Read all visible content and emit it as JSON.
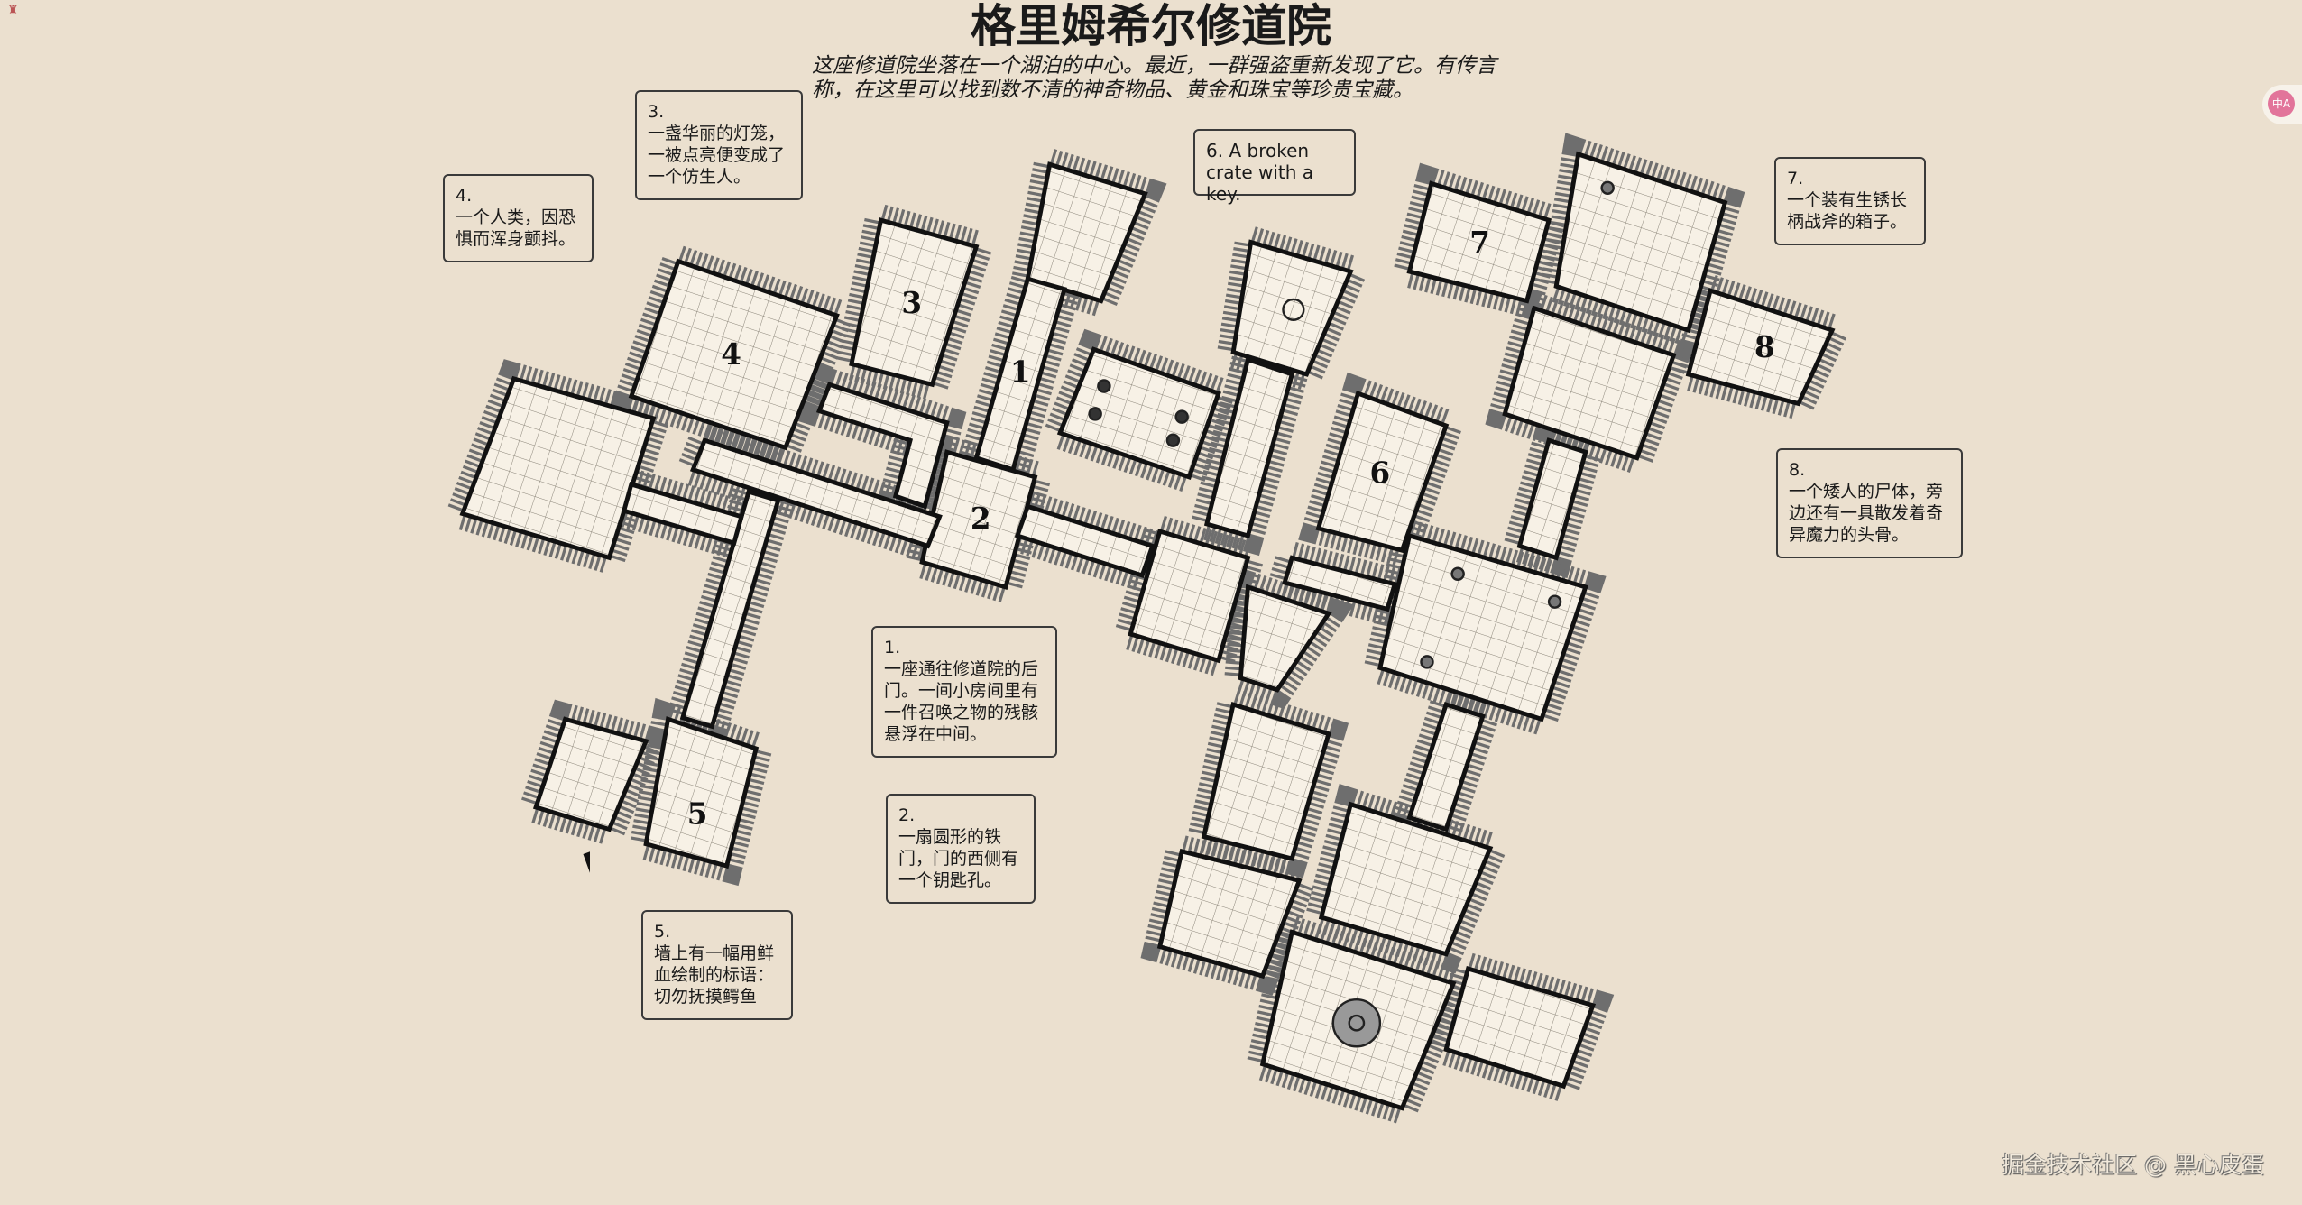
{
  "header": {
    "title": "格里姆希尔修道院",
    "subtitle": "这座修道院坐落在一个湖泊的中心。最近，一群强盗重新发现了它。有传言称，在这里可以找到数不清的神奇物品、黄金和珠宝等珍贵宝藏。"
  },
  "notes": [
    {
      "num": "1.",
      "text": "一座通往修道院的后门。一间小房间里有一件召唤之物的残骸悬浮在中间。"
    },
    {
      "num": "2.",
      "text": "一扇圆形的铁门，门的西侧有一个钥匙孔。"
    },
    {
      "num": "3.",
      "text": "一盏华丽的灯笼，一被点亮便变成了一个仿生人。"
    },
    {
      "num": "4.",
      "text": "一个人类，因恐惧而浑身颤抖。"
    },
    {
      "num": "5.",
      "text": "墙上有一幅用鲜血绘制的标语：切勿抚摸鳄鱼"
    },
    {
      "num": "6.",
      "text": "A broken crate with a key."
    },
    {
      "num": "7.",
      "text": "一个装有生锈长柄战斧的箱子。"
    },
    {
      "num": "8.",
      "text": "一个矮人的尸体，旁边还有一具散发着奇异魔力的头骨。"
    }
  ],
  "map": {
    "room_labels": [
      "1",
      "2",
      "3",
      "4",
      "5",
      "6",
      "7",
      "8"
    ],
    "colors": {
      "floor": "#f7f1e6",
      "wall": "#111111",
      "hatch": "#6e6e6e",
      "background": "#ebe0cf"
    }
  },
  "watermark": "掘金技术社区 @ 黑心皮蛋",
  "translate_button": {
    "icon": "translate-icon",
    "label": "中A",
    "color": "#e2749a"
  }
}
